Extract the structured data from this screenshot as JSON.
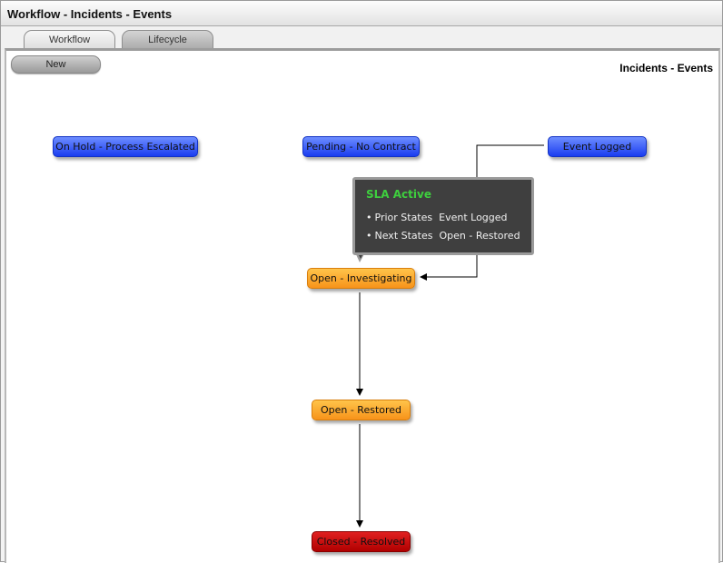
{
  "window": {
    "title": "Workflow - Incidents - Events"
  },
  "tabs": [
    {
      "label": "Workflow",
      "active": true
    },
    {
      "label": "Lifecycle",
      "active": false
    }
  ],
  "toolbar": {
    "new_label": "New"
  },
  "diagram": {
    "title": "Incidents - Events",
    "states": {
      "on_hold": {
        "label": "On Hold - Process Escalated",
        "color": "blue"
      },
      "pending": {
        "label": "Pending - No Contract",
        "color": "blue"
      },
      "event_logged": {
        "label": "Event Logged",
        "color": "blue"
      },
      "open_investigating": {
        "label": "Open - Investigating",
        "color": "orange"
      },
      "open_restored": {
        "label": "Open - Restored",
        "color": "orange"
      },
      "closed_resolved": {
        "label": "Closed - Resolved",
        "color": "red"
      }
    },
    "tooltip": {
      "title": "SLA Active",
      "prior_states_label": "Prior States",
      "prior_states_value": "Event Logged",
      "next_states_label": "Next States",
      "next_states_value": "Open - Restored"
    },
    "colors": {
      "blue": "#1a3df0",
      "orange": "#f7931a",
      "red": "#b00000",
      "tooltip_title": "#3ecf3e"
    }
  }
}
